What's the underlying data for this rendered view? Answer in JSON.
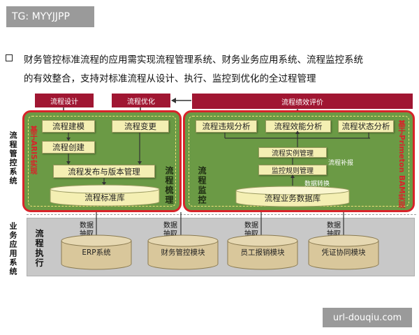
{
  "tag": "TG: MYYJJPP",
  "watermark": "url-douqiu.com",
  "description": {
    "line1": "财务管控标准流程的应用需实现流程管理系统、财务业务应用系统、流程监控系统",
    "line2": "的有效整合，支持对标准流程从设计、执行、监控到优化的全过程管理"
  },
  "top_boxes": {
    "design": "流程设计",
    "optimize": "流程优化",
    "evaluate": "流程绩效评价"
  },
  "side_labels": {
    "control": "流程管控系统",
    "business": "业务应用系统"
  },
  "left_panel": {
    "red_label": "基于ARIS实现",
    "modeling": "流程建模",
    "change": "流程变更",
    "create": "流程创建",
    "publish": "流程发布与版本管理",
    "library": "流程标准库",
    "title": "流程梳理"
  },
  "right_panel": {
    "title": "流程监控",
    "red_label": "基于Primeton BAM实现",
    "compliance": "流程违规分析",
    "efficiency": "流程效能分析",
    "status": "流程状态分析",
    "instance": "流程实例管理",
    "rules": "监控规则管理",
    "fill": "流程补报",
    "convert": "数据转换",
    "database": "流程业务数据库"
  },
  "lower": {
    "title": "流程执行",
    "extract1": "数据",
    "extract2": "抽取",
    "systems": [
      "ERP系统",
      "财务管控模块",
      "员工报销模块",
      "凭证协同模块"
    ]
  }
}
